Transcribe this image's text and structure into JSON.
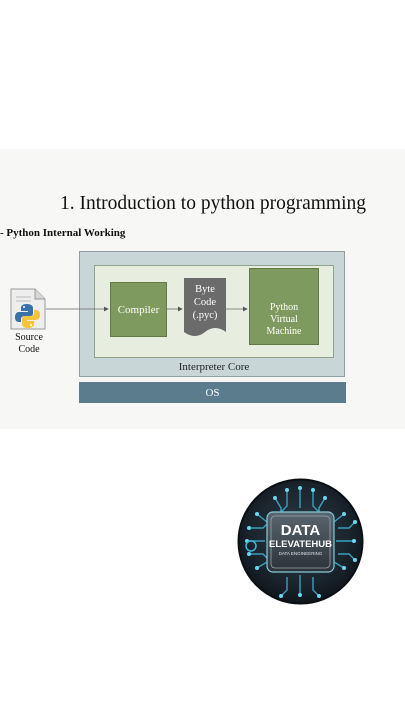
{
  "slide": {
    "title": "1. Introduction to python programming",
    "section": "- Python Internal Working"
  },
  "diagram": {
    "source_label_line1": "Source",
    "source_label_line2": "Code",
    "compiler": "Compiler",
    "bytecode_line1": "Byte",
    "bytecode_line2": "Code",
    "bytecode_line3": "(.pyc)",
    "pvm_line1": "Python",
    "pvm_line2": "Virtual",
    "pvm_line3": "Machine",
    "core": "Interpreter Core",
    "os": "OS"
  },
  "logo": {
    "line1": "DATA",
    "line2": "ELEVATEHUB",
    "line3": "DATA ENGINEERING"
  },
  "colors": {
    "green_box": "#7f9a5f",
    "bytecode": "#6b6b6b",
    "os_bar": "#5b7c8c",
    "outer_box": "#c9d6d8",
    "core_box": "#e8eedf"
  }
}
